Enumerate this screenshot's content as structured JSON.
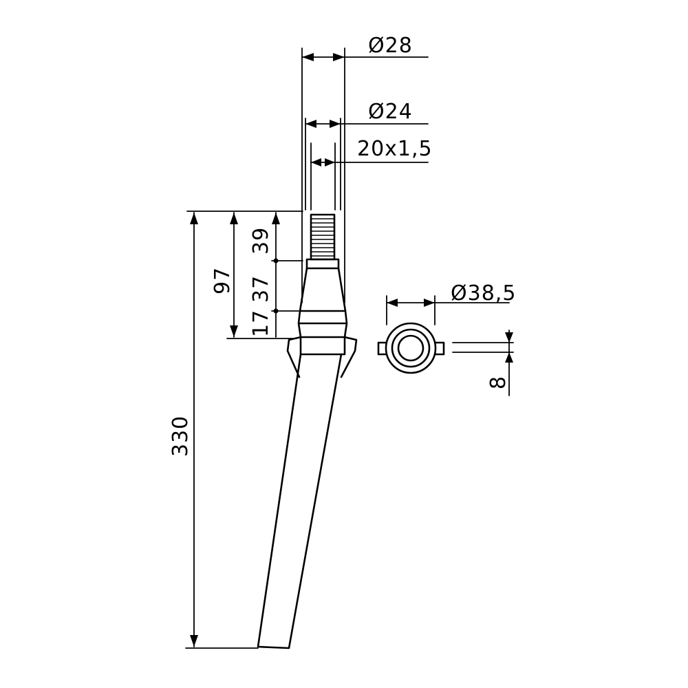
{
  "dimensions": {
    "dia_28": "Ø28",
    "dia_24": "Ø24",
    "thread": "20x1,5",
    "dia_38_5": "Ø38,5",
    "len_39": "39",
    "len_37": "37",
    "len_17": "17",
    "len_97": "97",
    "len_330": "330",
    "width_8": "8"
  }
}
